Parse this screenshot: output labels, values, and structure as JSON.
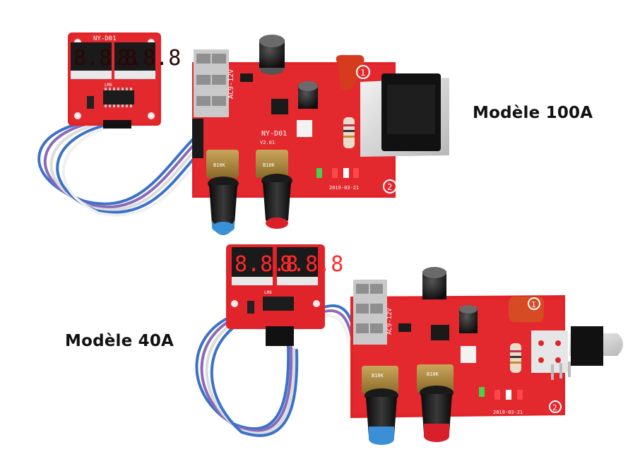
{
  "captions": {
    "model_100a": "Modèle 100A",
    "model_40a": "Modèle 40A"
  },
  "board_markings": {
    "display_model": "NY-D01",
    "board_model": "NY-D01",
    "board_version": "V2.01",
    "board_date": "2019-03-21",
    "power_label": "AC9-12V",
    "pot_label": "B10K",
    "chip_label": "LM6",
    "terminal_1": "1",
    "terminal_2": "2"
  },
  "colors": {
    "pcb_red": "#e0242a",
    "pcb_dark": "#b81c20",
    "display_red": "#ff2a2a",
    "knob_blue": "#3a8fd6",
    "knob_red": "#d81f2a",
    "wire_blue": "#3b72c9",
    "wire_purple": "#8a6ab8",
    "terminal_grey": "#c9c9c9"
  }
}
